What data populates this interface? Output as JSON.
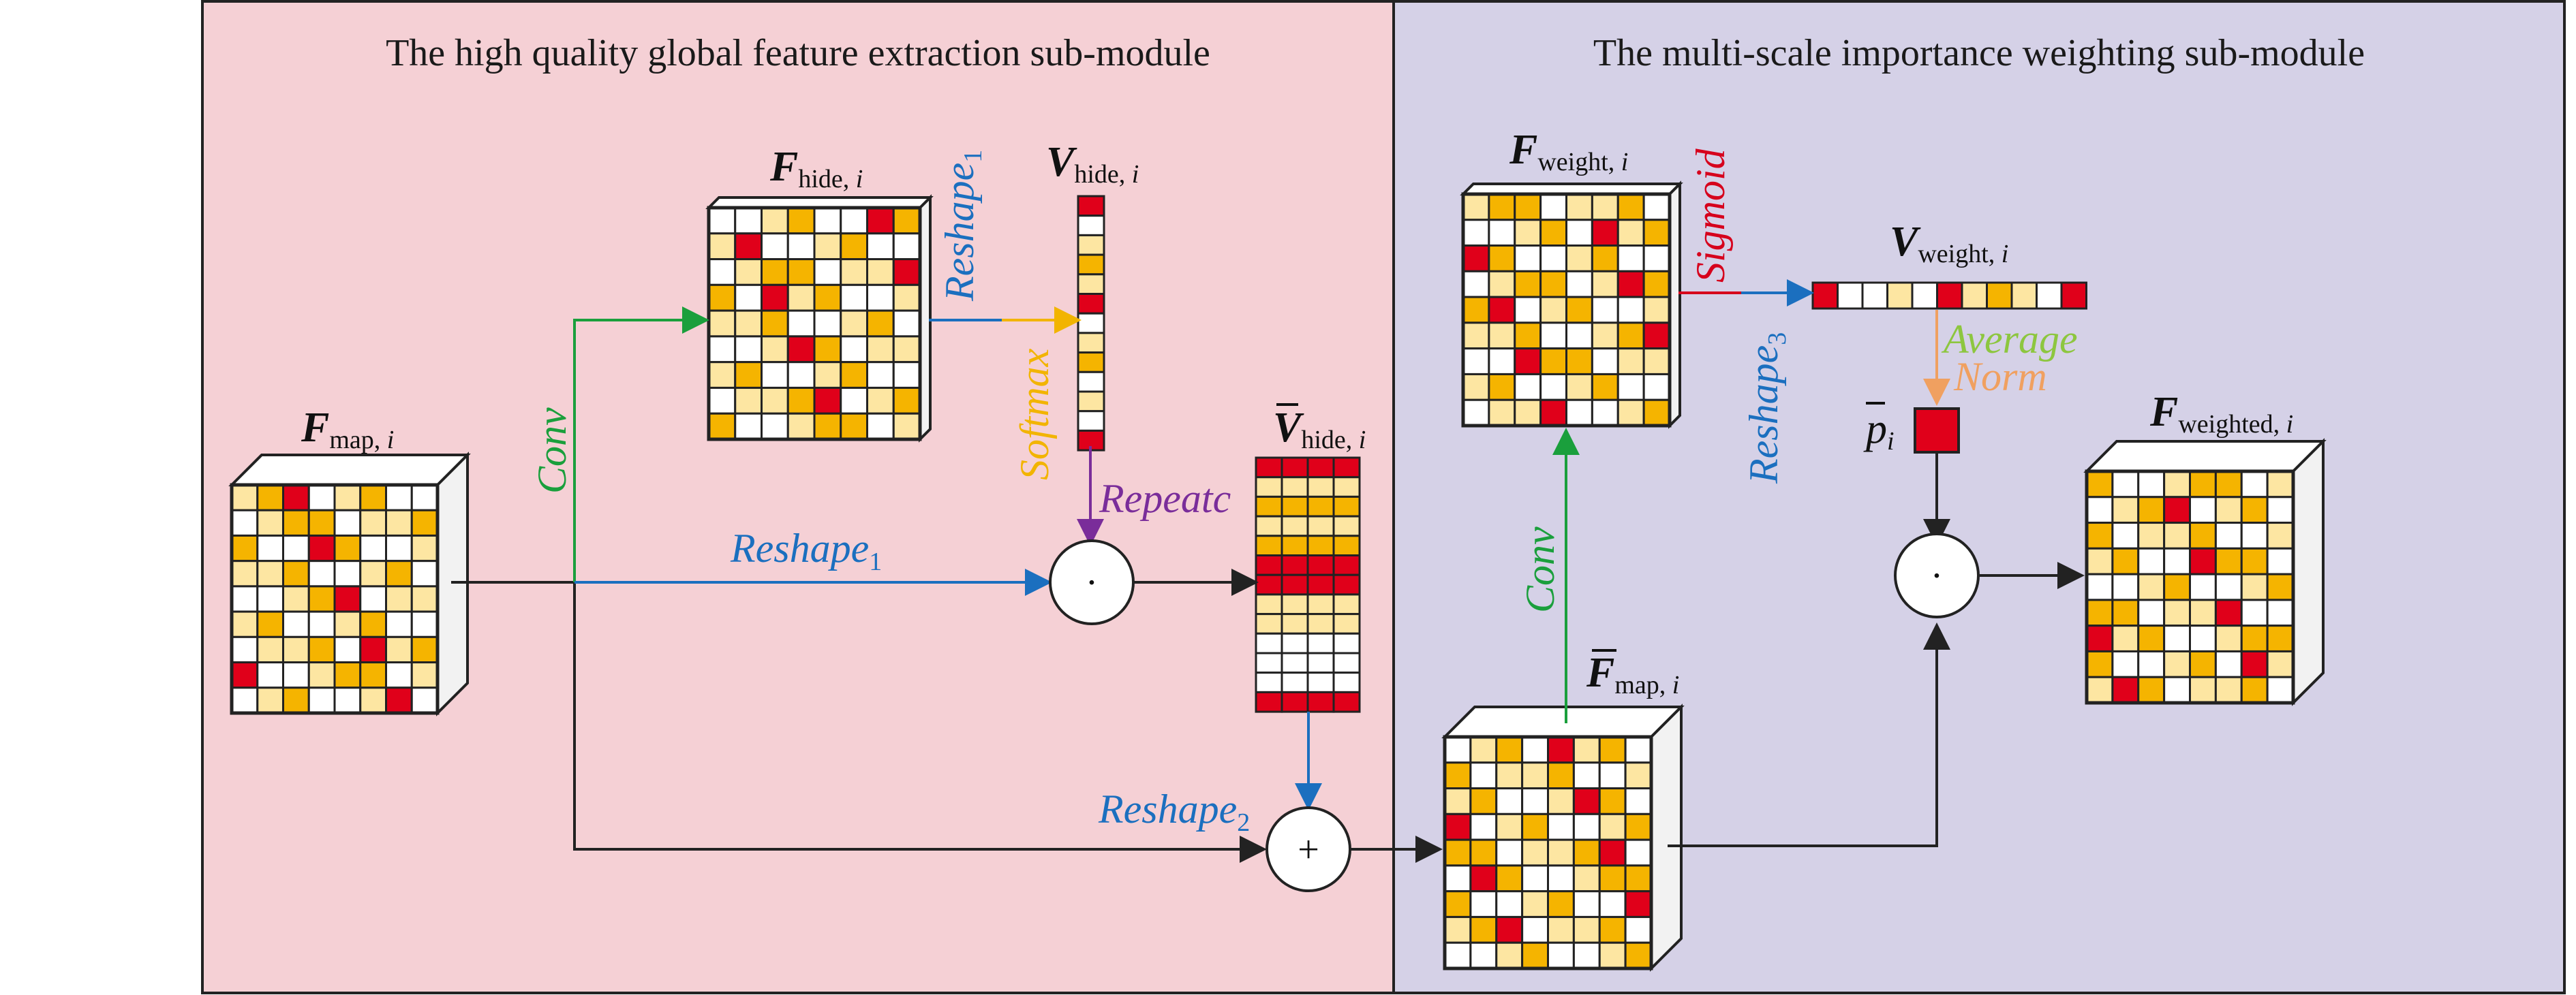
{
  "panels": {
    "left": {
      "title": "The high quality global feature extraction sub-module",
      "fill": "#f5d0d5"
    },
    "right": {
      "title": "The multi-scale importance weighting sub-module",
      "fill": "#d5d1e7"
    }
  },
  "colors": {
    "cell_white": "#ffffff",
    "cell_light": "#fde6a2",
    "cell_orange": "#f5b400",
    "cell_red": "#e0001a",
    "cube_side": "#f2f2f2",
    "arrow_black": "#222222",
    "arrow_green": "#1a9f3c",
    "arrow_blue": "#1b6fbf",
    "arrow_yellow": "#f2b400",
    "arrow_purple": "#7a2d9a",
    "arrow_red": "#d6001c",
    "arrow_orange": "#f0a060",
    "text_green": "#1a9f3c",
    "text_blue": "#1b6fbf",
    "text_yellow": "#f2b400",
    "text_purple": "#7a2d9a",
    "text_red": "#d6001c",
    "text_lightgreen": "#8dc63f",
    "text_orange": "#f0a060"
  },
  "nodes": {
    "f_map": {
      "main": "F",
      "sub": "map, ",
      "idx": "i"
    },
    "f_hide": {
      "main": "F",
      "sub": "hide, ",
      "idx": "i"
    },
    "v_hide": {
      "main": "V",
      "sub": "hide, ",
      "idx": "i"
    },
    "v_hide_bar": {
      "main": "V",
      "sub": "hide, ",
      "idx": "i"
    },
    "f_map_bar": {
      "main": "F",
      "sub": "map, ",
      "idx": "i"
    },
    "f_weight": {
      "main": "F",
      "sub": "weight, ",
      "idx": "i"
    },
    "v_weight": {
      "main": "V",
      "sub": "weight, ",
      "idx": "i"
    },
    "p_bar": {
      "main": "p",
      "sub": "i"
    },
    "f_weighted": {
      "main": "F",
      "sub": "weighted, ",
      "idx": "i"
    }
  },
  "ops": {
    "conv1": {
      "text": "Conv"
    },
    "reshape1_a": {
      "text": "Reshape",
      "sub": "1"
    },
    "softmax": {
      "text": "Softmax"
    },
    "repeatc": {
      "text": "Repeatc"
    },
    "reshape1_b": {
      "text": "Reshape",
      "sub": "1"
    },
    "reshape2": {
      "text": "Reshape",
      "sub": "2"
    },
    "conv2": {
      "text": "Conv"
    },
    "sigmoid": {
      "text": "Sigmoid"
    },
    "reshape3": {
      "text": "Reshape",
      "sub": "3"
    },
    "average": {
      "text": "Average"
    },
    "norm": {
      "text": "Norm"
    }
  },
  "symbols": {
    "multiply": "·",
    "add": "+"
  }
}
